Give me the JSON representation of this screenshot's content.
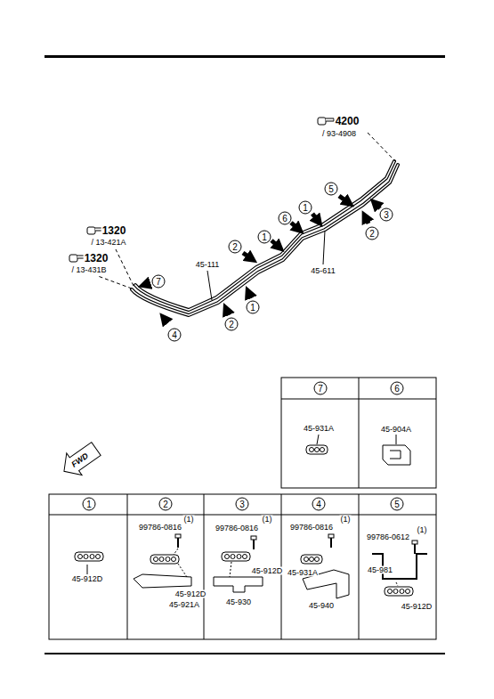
{
  "diagram": {
    "labels": [
      "4200",
      "/ 93-4908",
      "1320",
      "/ 13-421A",
      "1320",
      "/ 13-431B",
      "5",
      "1",
      "3",
      "6",
      "2",
      "1",
      "2",
      "45-611",
      "45-111",
      "7",
      "1",
      "2",
      "4",
      "7",
      "6",
      "45-931A",
      "45-904A",
      "FWD",
      "1",
      "2",
      "3",
      "4",
      "5",
      "45-912D",
      "(1)",
      "99786-0816",
      "45-912D",
      "45-921A",
      "(1)",
      "99786-0816",
      "45-912D",
      "45-930",
      "(1)",
      "99786-0816",
      "45-931A",
      "45-940",
      "(1)",
      "99786-0612",
      "45-981",
      "45-912D"
    ]
  }
}
